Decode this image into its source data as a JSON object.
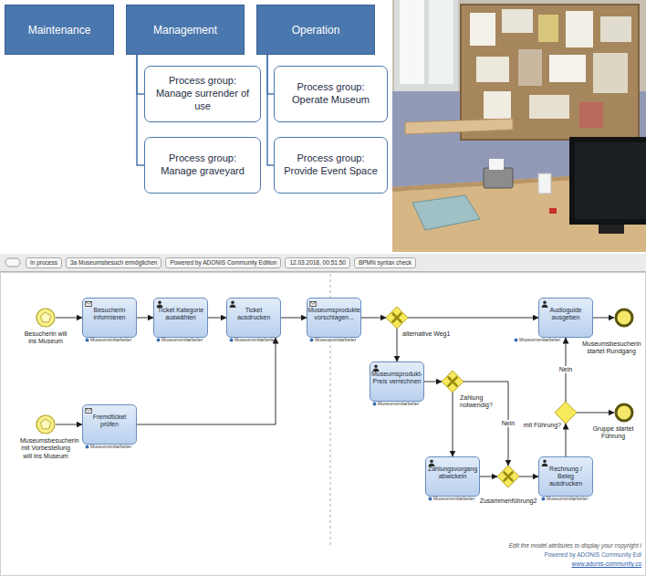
{
  "diagram": {
    "nodes": [
      {
        "text": [
          "Maintenance"
        ]
      },
      {
        "text": [
          "Management"
        ]
      },
      {
        "text": [
          "Operation"
        ]
      },
      {
        "text": [
          "Process group: Manage surrender of use"
        ]
      },
      {
        "text": [
          "Process group: Manage graveyard"
        ]
      },
      {
        "text": [
          "Process group: Operate Museum"
        ]
      },
      {
        "text": [
          "Process group: Provide Event Space"
        ]
      },
      {
        "text": [
          "Besucherin will ins Museum"
        ]
      },
      {
        "text": [
          "Besucherin informieren",
          "Museumsmitarbeiter"
        ]
      },
      {
        "text": [
          "Ticket Kategorie auswählen",
          "Museumsmitarbeiter"
        ]
      },
      {
        "text": [
          "Ticket ausdrucken",
          "Museumsmitarbeiter"
        ]
      },
      {
        "text": [
          "Museumsprodukte vorschlagen...",
          "Museumsmitarbeiter"
        ]
      },
      {
        "text": [
          "alternative Weg1"
        ]
      },
      {
        "text": [
          "Audioguide ausgeben",
          "Museumsmitarbeiter"
        ]
      },
      {
        "text": [
          "Museumsbesucherin startet Rundgang"
        ]
      },
      {
        "text": [
          "Museumsprodukt-Preis verrechnen",
          "Museumsmitarbeiter"
        ]
      },
      {
        "text": [
          "Zahlung notwendig?"
        ]
      },
      {
        "text": [
          "mit Führung?"
        ]
      },
      {
        "text": [
          "Gruppe startet Führung"
        ]
      },
      {
        "text": [
          "Museumsbesucherin mit Vorbestellung will ins Museum"
        ]
      },
      {
        "text": [
          "Fremdticket prüfen",
          "Museumsmitarbeiter"
        ]
      },
      {
        "text": [
          "Zahlungsvorgang abwickeln",
          "Museumsmitarbeiter"
        ]
      },
      {
        "text": [
          "Zusammenführung2"
        ]
      },
      {
        "text": [
          "Rechnung / Beleg ausdrucken",
          "Museumsmitarbeiter"
        ]
      }
    ],
    "edges": [
      {
        "from": 1,
        "to": 3,
        "arrow": "none"
      },
      {
        "from": 1,
        "to": 4,
        "arrow": "none"
      },
      {
        "from": 2,
        "to": 5,
        "arrow": "none"
      },
      {
        "from": 2,
        "to": 6,
        "arrow": "none"
      },
      {
        "from": 7,
        "to": 8,
        "arrow": "to"
      },
      {
        "from": 8,
        "to": 9,
        "arrow": "to"
      },
      {
        "from": 9,
        "to": 10,
        "arrow": "to"
      },
      {
        "from": 10,
        "to": 11,
        "arrow": "to"
      },
      {
        "from": 11,
        "to": 12,
        "arrow": "to"
      },
      {
        "from": 12,
        "to": 13,
        "arrow": "to"
      },
      {
        "from": 12,
        "to": 15,
        "arrow": "to"
      },
      {
        "from": 15,
        "to": 16,
        "arrow": "to"
      },
      {
        "from": 16,
        "to": 21,
        "arrow": "to"
      },
      {
        "from": 16,
        "to": 22,
        "label": "Nein",
        "arrow": "to"
      },
      {
        "from": 21,
        "to": 22,
        "arrow": "to"
      },
      {
        "from": 22,
        "to": 23,
        "arrow": "to"
      },
      {
        "from": 23,
        "to": 17,
        "arrow": "to"
      },
      {
        "from": 17,
        "to": 13,
        "label": "Nein",
        "arrow": "to"
      },
      {
        "from": 17,
        "to": 18,
        "arrow": "to"
      },
      {
        "from": 13,
        "to": 14,
        "arrow": "to"
      },
      {
        "from": 19,
        "to": 20,
        "arrow": "to"
      },
      {
        "from": 20,
        "to": 10,
        "arrow": "to"
      }
    ],
    "labels": [
      "In process",
      "3a Museumsbesuch ermöglichen",
      "Powered by ADONIS Community Edition",
      "12.03.2018, 00:51:50",
      "BPMN syntax check",
      "Edit the model attributes to display your copyright i",
      "Powered by ADONIS Community Edi",
      "www.adonis-community.co"
    ]
  }
}
